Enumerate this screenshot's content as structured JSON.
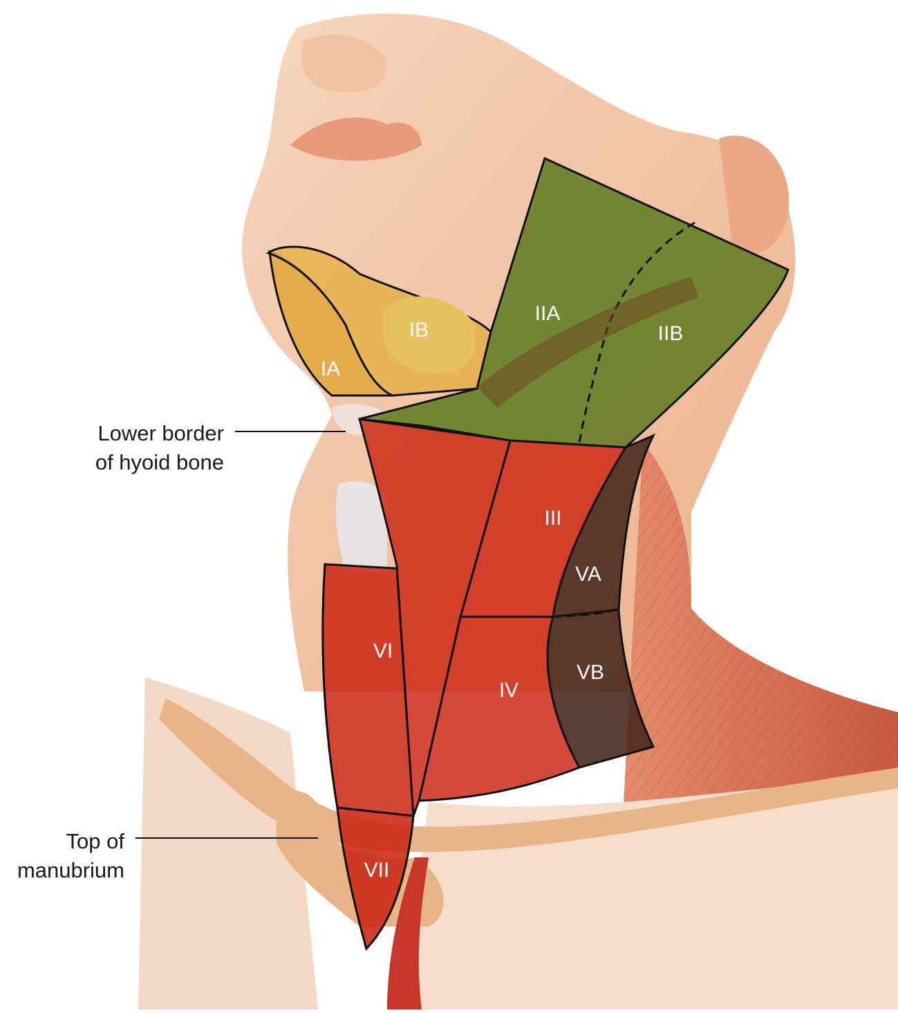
{
  "callouts": {
    "hyoid": {
      "line1": "Lower border",
      "line2": "of hyoid bone"
    },
    "manubrium": {
      "line1": "Top of",
      "line2": "manubrium"
    }
  },
  "levels": {
    "IA": "IA",
    "IB": "IB",
    "IIA": "IIA",
    "IIB": "IIB",
    "III": "III",
    "IV": "IV",
    "VA": "VA",
    "VB": "VB",
    "VI": "VI",
    "VII": "VII"
  },
  "colors": {
    "skin": "#f2c7a6",
    "muscle": "#d9735a",
    "level_I": "#e0a63a",
    "level_II": "#5e7a1f",
    "level_III_IV_VI_VII": "#cc2a18",
    "level_V": "#4a2a1e",
    "outline": "#111111"
  }
}
